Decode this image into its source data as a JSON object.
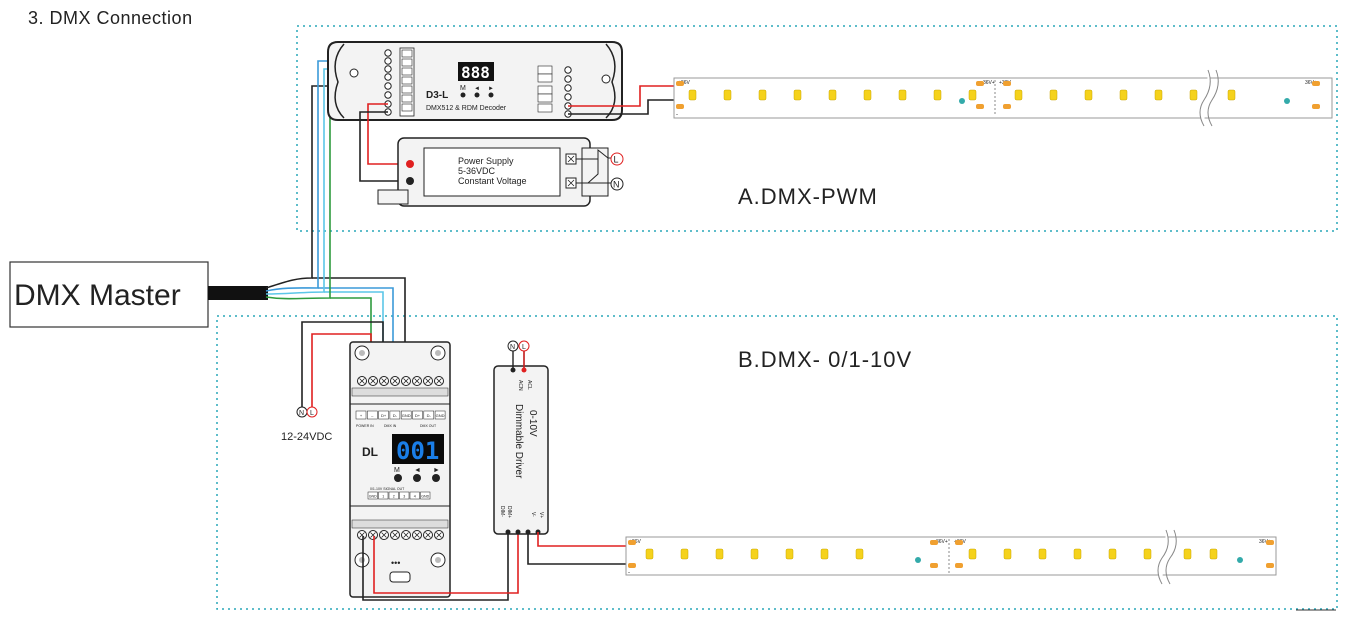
{
  "title": "3. DMX Connection",
  "master": {
    "label": "DMX Master"
  },
  "section_a": {
    "label": "A.DMX-PWM",
    "decoder": {
      "model": "D3-L",
      "subtitle": "DMX512 & RDM Decoder",
      "display": "888",
      "buttons": [
        "M",
        "◄",
        "►"
      ]
    },
    "power_supply": {
      "line1": "Power Supply",
      "line2": "5-36VDC",
      "line3": "Constant Voltage",
      "terminal_l": "L",
      "terminal_n": "N"
    },
    "strip": {
      "plus_label": "+36V",
      "joint_label_left": "36V+",
      "joint_label_right": "+36V",
      "end_label": "36V+",
      "minus_label": "-"
    }
  },
  "section_b": {
    "label": "B.DMX- 0/1-10V",
    "dl_module": {
      "model": "DL",
      "display": "001",
      "buttons": [
        "M",
        "◄",
        "►"
      ],
      "top_terminals": [
        "+",
        "–",
        "D+",
        "D-",
        "GND",
        "D+",
        "D-",
        "GND"
      ],
      "power_in": "POWER IN",
      "dmx_in": "DMX IN",
      "dmx_out": "DMX OUT",
      "signal_out": "0/1-10V SIGNAL OUT",
      "bottom_terminals": [
        "GND",
        "1",
        "2",
        "3",
        "4",
        "GND"
      ],
      "dots": "•••"
    },
    "supply_label": "12-24VDC",
    "supply_terminals": {
      "n": "N",
      "l": "L"
    },
    "driver": {
      "line1": "0-10V",
      "line2": "Dimmable Driver",
      "acl": "ACL",
      "acn": "ACN",
      "dim_plus": "DIM+",
      "dim_minus": "DIM-",
      "v_plus": "V+",
      "v_minus": "V-",
      "terminal_n": "N",
      "terminal_l": "L"
    },
    "strip": {
      "plus_label": "+36V",
      "joint_label_left": "36V+",
      "joint_label_right": "+36V",
      "end_label": "36V+",
      "minus_label": "-"
    }
  },
  "colors": {
    "dmx_blue": "#3b9ad9",
    "dmx_cyan": "#5cc6e8",
    "dmx_green": "#2e9b3e",
    "power_red": "#e02020",
    "wire_black": "#222222",
    "dotted_teal": "#2aa7b8",
    "led_yellow": "#f5d21c",
    "pad_orange": "#f0a030"
  }
}
